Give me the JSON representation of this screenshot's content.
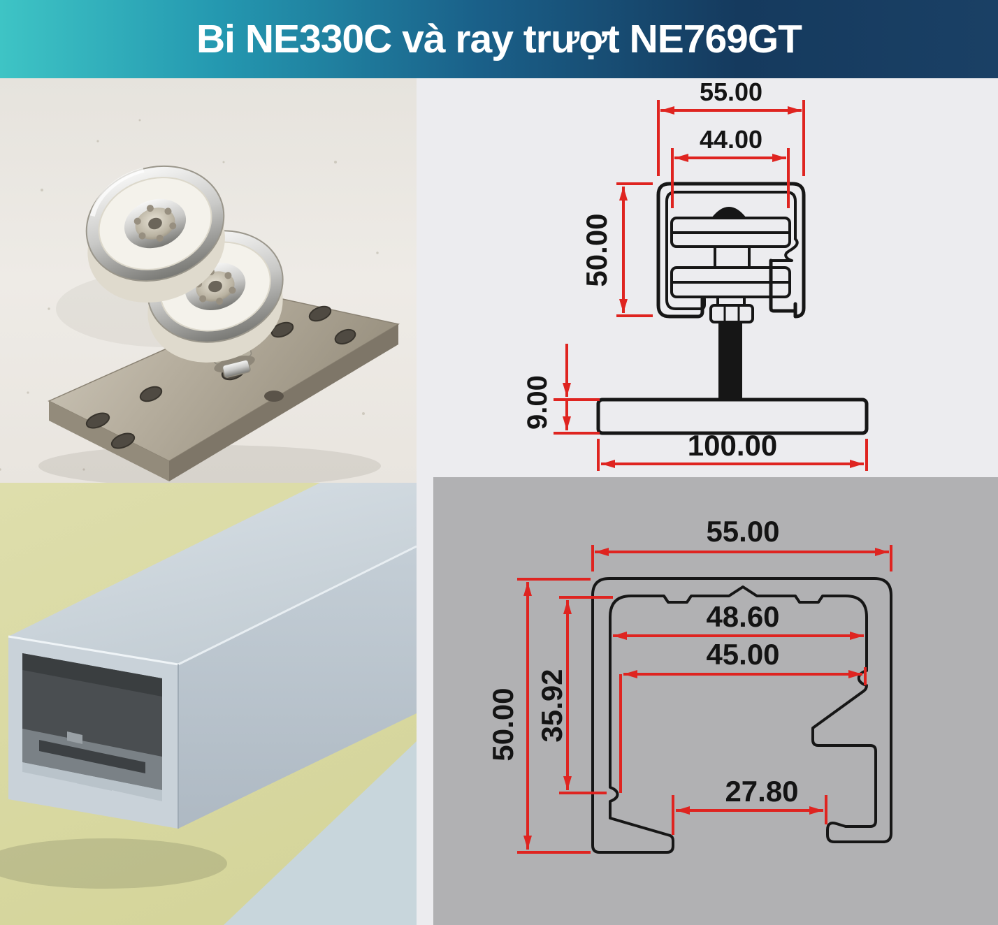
{
  "title": "Bi NE330C và ray trượt NE769GT",
  "colors": {
    "banner_gradient_left": "#3EC4C5",
    "banner_gradient_mid": "#1A6089",
    "banner_gradient_right": "#1A4065",
    "dimension_red": "#DF2420",
    "drawing_black": "#161616",
    "diagram_bg_light": "#ECECEF",
    "diagram_bg_gray": "#B1B1B3"
  },
  "roller_diagram": {
    "top_width": "55.00",
    "roller_width": "44.00",
    "height": "50.00",
    "plate_thickness": "9.00",
    "plate_width": "100.00"
  },
  "track_diagram": {
    "top_width": "55.00",
    "height": "50.00",
    "inner_height": "35.92",
    "inner_width_top": "48.60",
    "inner_width_mid": "45.00",
    "bottom_opening": "27.80"
  }
}
